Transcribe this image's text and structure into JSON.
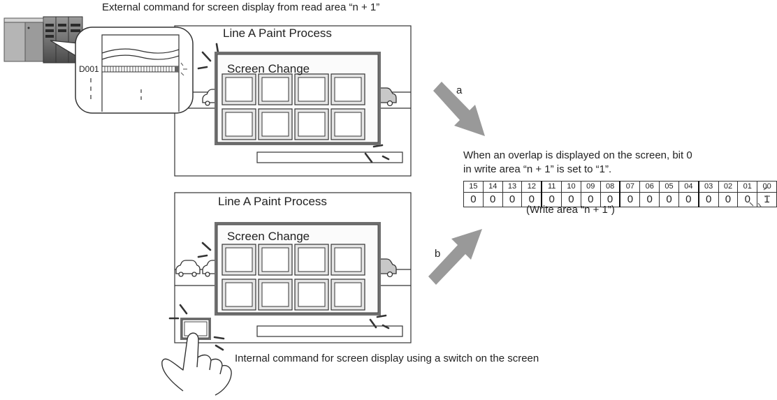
{
  "top_caption": "External command for screen display from read area “n + 1”",
  "plc": {
    "register_label": "D001"
  },
  "panel_a": {
    "title": "Line A Paint Process",
    "window_title": "Screen Change",
    "arrow_label": "a"
  },
  "panel_b": {
    "title": "Line A Paint Process",
    "window_title": "Screen Change",
    "arrow_label": "b"
  },
  "description": {
    "line1": "When an overlap is displayed on the screen, bit 0",
    "line2": "in write area “n + 1” is set to “1”."
  },
  "bit_table": {
    "headers": [
      "15",
      "14",
      "13",
      "12",
      "11",
      "10",
      "09",
      "08",
      "07",
      "06",
      "05",
      "04",
      "03",
      "02",
      "01",
      "00"
    ],
    "values": [
      "0",
      "0",
      "0",
      "0",
      "0",
      "0",
      "0",
      "0",
      "0",
      "0",
      "0",
      "0",
      "0",
      "0",
      "0",
      "1"
    ],
    "caption": "(Write area “n + 1”)"
  },
  "bottom_caption": "Internal command for screen display using a switch on the screen"
}
